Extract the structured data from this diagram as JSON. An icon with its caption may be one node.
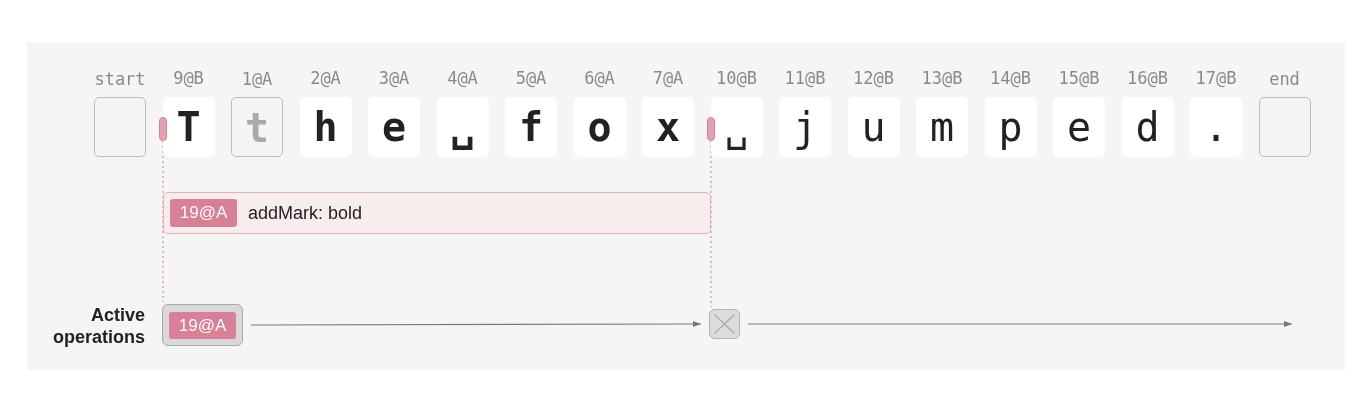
{
  "diagram": {
    "nodes": [
      {
        "text": [
          "start"
        ]
      },
      {
        "text": [
          "9@B",
          "T"
        ]
      },
      {
        "text": [
          "1@A",
          "t"
        ]
      },
      {
        "text": [
          "2@A",
          "h"
        ]
      },
      {
        "text": [
          "3@A",
          "e"
        ]
      },
      {
        "text": [
          "4@A",
          "␣"
        ]
      },
      {
        "text": [
          "5@A",
          "f"
        ]
      },
      {
        "text": [
          "6@A",
          "o"
        ]
      },
      {
        "text": [
          "7@A",
          "x"
        ]
      },
      {
        "text": [
          "10@B",
          "␣"
        ]
      },
      {
        "text": [
          "11@B",
          "j"
        ]
      },
      {
        "text": [
          "12@B",
          "u"
        ]
      },
      {
        "text": [
          "13@B",
          "m"
        ]
      },
      {
        "text": [
          "14@B",
          "p"
        ]
      },
      {
        "text": [
          "15@B",
          "e"
        ]
      },
      {
        "text": [
          "16@B",
          "d"
        ]
      },
      {
        "text": [
          "17@B",
          "."
        ]
      },
      {
        "text": [
          "end"
        ]
      },
      {
        "text": [
          "addMark: bold"
        ]
      },
      {
        "text": [
          "19@A"
        ],
        "in": 18
      },
      {
        "text": [],
        "shape": "box"
      },
      {
        "text": [
          "19@A"
        ],
        "in": 20
      },
      {
        "text": [],
        "shape": "box"
      },
      {
        "text": [],
        "shape": "bar"
      },
      {
        "text": [],
        "shape": "bar"
      }
    ],
    "edges": [
      {
        "from": 20,
        "to": 22,
        "arrow": "to"
      },
      {
        "from": 22,
        "to": null,
        "arrow": "to"
      },
      {
        "from": 23,
        "to": 20,
        "arrow": "none",
        "style": "dashed",
        "color": "#d98c9c"
      },
      {
        "from": 24,
        "to": 22,
        "arrow": "none",
        "style": "dashed",
        "color": "#d98c9c"
      }
    ],
    "labels": [
      "Active operations"
    ]
  }
}
